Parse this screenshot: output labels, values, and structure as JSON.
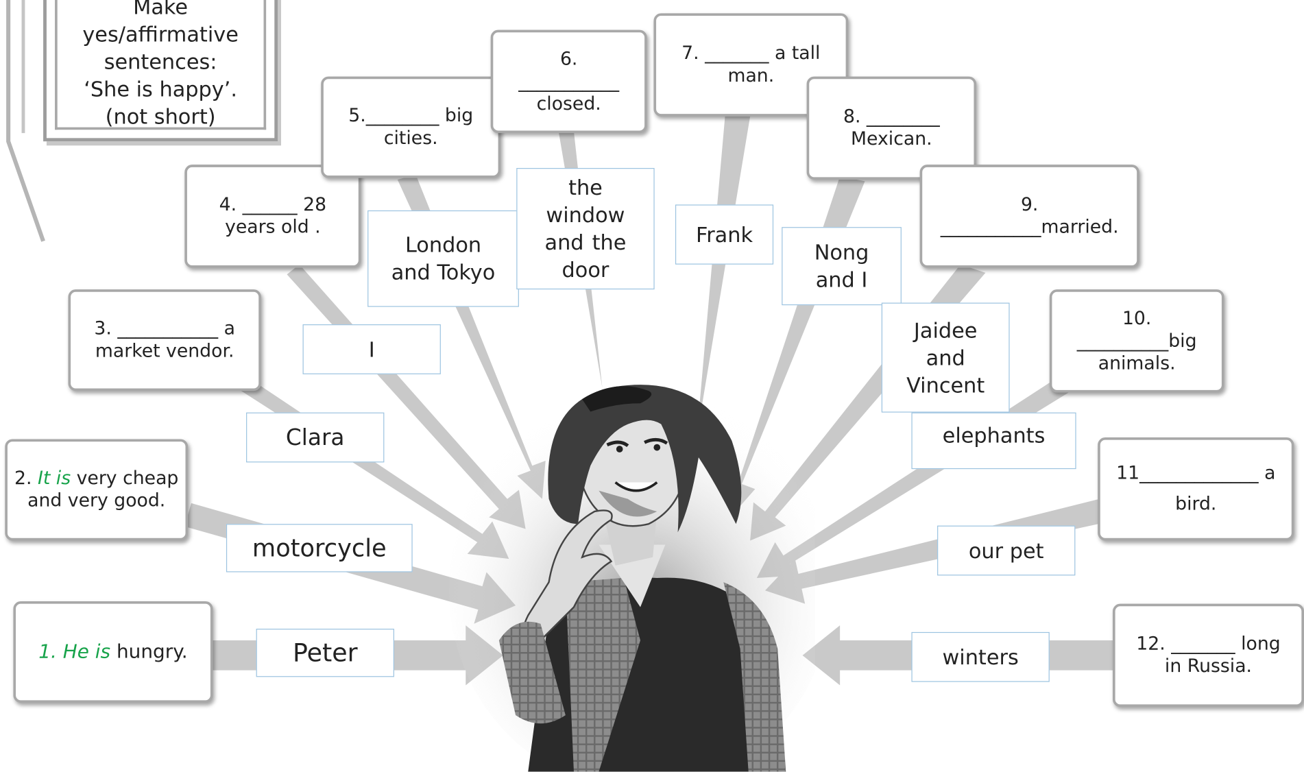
{
  "instruction": {
    "line1": "Make",
    "line2": "yes/affirmative",
    "line3": "sentences:",
    "line4": "‘She is happy’.",
    "line5": "(not short)"
  },
  "questions": {
    "q1": {
      "prefix": "1. He is",
      "rest": " hungry."
    },
    "q2": {
      "num": "2. ",
      "answer": "It is",
      "rest": " very cheap",
      "line2": "and very good."
    },
    "q3": {
      "line1": "3. ___________ a",
      "line2": "market vendor."
    },
    "q4": {
      "line1": "4. ______ 28",
      "line2": "years old ."
    },
    "q5": {
      "line1": "5.________ big",
      "line2": "cities."
    },
    "q6": {
      "line1": "6.",
      "line2": "___________",
      "line3": "closed."
    },
    "q7": {
      "line1": "7. _______ a tall",
      "line2": "man."
    },
    "q8": {
      "line1": "8. ________",
      "line2": "Mexican."
    },
    "q9": {
      "line1": "9.",
      "line2": "___________married."
    },
    "q10": {
      "line1": "10.",
      "line2": "__________big",
      "line3": "animals."
    },
    "q11": {
      "line1": "11_____________ a",
      "line2": "bird."
    },
    "q12": {
      "line1": "12. _______ long",
      "line2": "in Russia."
    }
  },
  "subjects": {
    "peter": "Peter",
    "motorcycle": "motorcycle",
    "clara": "Clara",
    "i": "I",
    "london": "London and Tokyo",
    "window": "the window and the door",
    "frank": "Frank",
    "nong": "Nong and I",
    "jaidee": "Jaidee and Vincent",
    "elephants": "elephants",
    "ourpet": "our pet",
    "winters": "winters"
  },
  "colors": {
    "answer_green": "#17a34a",
    "ray_gray": "#c7c7c7",
    "label_border": "#9cc3e0"
  }
}
